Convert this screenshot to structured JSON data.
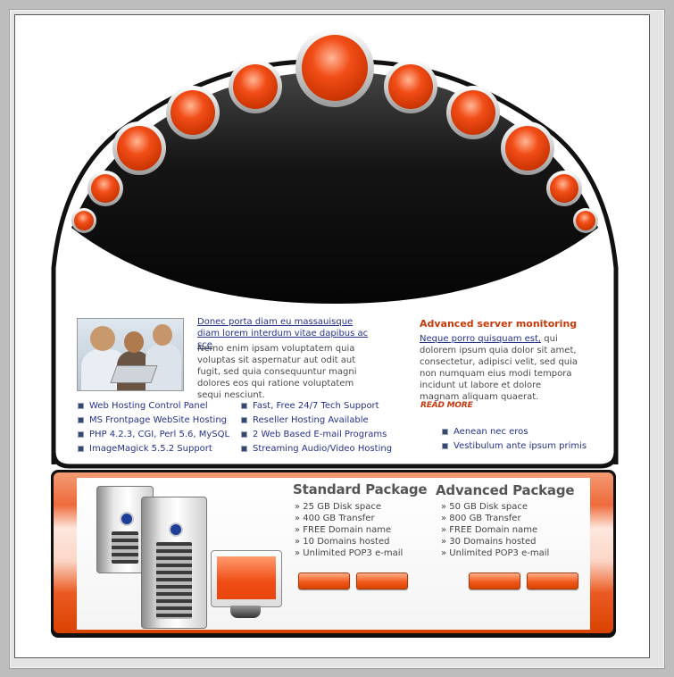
{
  "news": {
    "link_text": "Donec porta diam eu massauisque diam lorem interdum vitae dapibus ac sce",
    "body": "Nemo enim ipsam voluptatem quia voluptas sit aspernatur aut odit aut fugit, sed quia consequuntur magni dolores eos qui ratione voluptatem sequi nesciunt."
  },
  "advanced": {
    "title": "Advanced server monitoring",
    "link_text": "Neque porro quisquam est,",
    "body": " qui dolorem ipsum quia dolor sit amet, consectetur, adipisci velit, sed quia non numquam eius modi tempora incidunt ut labore et dolore magnam aliquam quaerat.",
    "read_more": "READ MORE"
  },
  "features_col1": [
    "Web Hosting Control Panel",
    "MS Frontpage WebSite Hosting",
    "PHP 4.2.3, CGI, Perl 5.6, MySQL",
    "ImageMagick 5.5.2 Support"
  ],
  "features_col2": [
    "Fast, Free 24/7 Tech Support",
    "Reseller Hosting Available",
    "2 Web Based E-mail Programs",
    "Streaming Audio/Video Hosting"
  ],
  "features_col3": [
    "Aenean nec eros",
    "Vestibulum ante ipsum primis"
  ],
  "packages": [
    {
      "title": "Standard Package",
      "items": [
        "» 25 GB Disk space",
        "» 400 GB Transfer",
        "» FREE Domain name",
        "» 10 Domains hosted",
        "» Unlimited POP3 e-mail"
      ]
    },
    {
      "title": "Advanced Package",
      "items": [
        "» 50 GB Disk space",
        "» 800 GB Transfer",
        "» FREE Domain name",
        "» 30 Domains hosted",
        "» Unlimited POP3 e-mail"
      ]
    }
  ],
  "colors": {
    "accent": "#ee5a1e",
    "link": "#23328a",
    "heading_red": "#c43a0a",
    "dome": "#111111"
  }
}
